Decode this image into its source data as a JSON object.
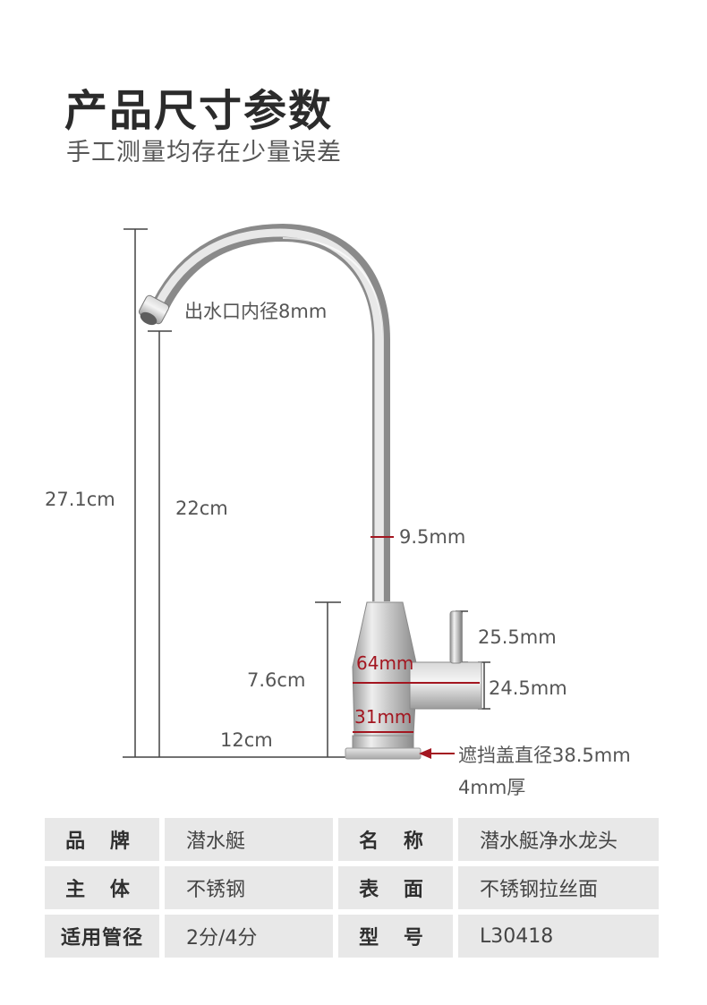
{
  "header": {
    "title": "产品尺寸参数",
    "subtitle": "手工测量均存在少量误差"
  },
  "dimensions": {
    "outlet_inner_diameter": "出水口内径8mm",
    "total_height": "27.1cm",
    "outlet_height": "22cm",
    "pipe_diameter": "9.5mm",
    "body_height": "7.6cm",
    "reach": "12cm",
    "handle_height": "25.5mm",
    "handle_block": "24.5mm",
    "body_top_diameter": "64mm",
    "body_bottom_diameter": "31mm",
    "cover_diameter": "遮挡盖直径38.5mm",
    "cover_thickness": "4mm厚"
  },
  "specs": {
    "rows": [
      {
        "k1": "品 牌",
        "v1": "潜水艇",
        "k2": "名 称",
        "v2": "潜水艇净水龙头"
      },
      {
        "k1": "主 体",
        "v1": "不锈钢",
        "k2": "表 面",
        "v2": "不锈钢拉丝面"
      },
      {
        "k1": "适用管径",
        "v1": "2分/4分",
        "k2": "型 号",
        "v2": "L30418"
      }
    ]
  },
  "colors": {
    "accent": "#a31620",
    "line": "#444444",
    "cell": "#e8e8e8"
  }
}
